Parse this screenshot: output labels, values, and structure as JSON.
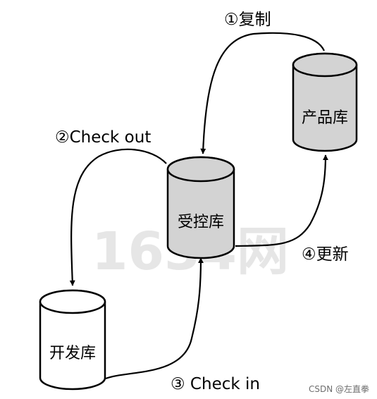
{
  "diagram": {
    "nodes": {
      "product_repo": {
        "label": "产品库",
        "fill": "#d3d3d3"
      },
      "controlled_repo": {
        "label": "受控库",
        "fill": "#d3d3d3"
      },
      "dev_repo": {
        "label": "开发库",
        "fill": "#ffffff"
      }
    },
    "edges": {
      "copy": {
        "label": "①复制",
        "from": "product_repo",
        "to": "controlled_repo"
      },
      "check_out": {
        "label": "②Check out",
        "from": "controlled_repo",
        "to": "dev_repo"
      },
      "check_in": {
        "label": "③ Check in",
        "from": "dev_repo",
        "to": "controlled_repo"
      },
      "update": {
        "label": "④更新",
        "from": "controlled_repo",
        "to": "product_repo"
      }
    }
  },
  "watermark": "1634网",
  "credit": "CSDN @左直拳"
}
